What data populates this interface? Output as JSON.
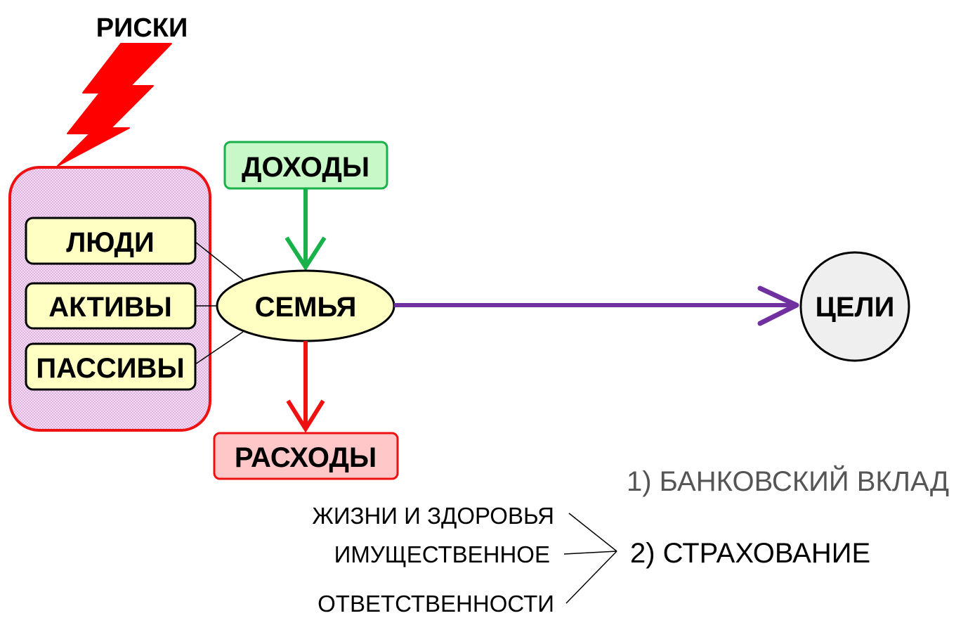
{
  "risks": {
    "label": "РИСКИ"
  },
  "assets_group": {
    "items": [
      {
        "label": "ЛЮДИ"
      },
      {
        "label": "АКТИВЫ"
      },
      {
        "label": "ПАССИВЫ"
      }
    ]
  },
  "income": {
    "label": "ДОХОДЫ"
  },
  "family": {
    "label": "СЕМЬЯ"
  },
  "expenses": {
    "label": "РАСХОДЫ"
  },
  "goals": {
    "label": "ЦЕЛИ"
  },
  "options": {
    "bank_deposit": "1) БАНКОВСКИЙ ВКЛАД",
    "insurance": "2) СТРАХОВАНИЕ",
    "insurance_types": [
      "ЖИЗНИ И ЗДОРОВЬЯ",
      "ИМУЩЕСТВЕННОЕ",
      "ОТВЕТСТВЕННОСТИ"
    ]
  },
  "colors": {
    "risk_red": "#ff0000",
    "group_fill": "#eecdee",
    "item_fill": "#ffffc4",
    "income_fill": "#c8f7c8",
    "income_border": "#19b24a",
    "expenses_fill": "#ffc7c7",
    "goals_fill": "#efefef",
    "goal_arrow": "#7030a0",
    "bank_text": "#555555"
  }
}
